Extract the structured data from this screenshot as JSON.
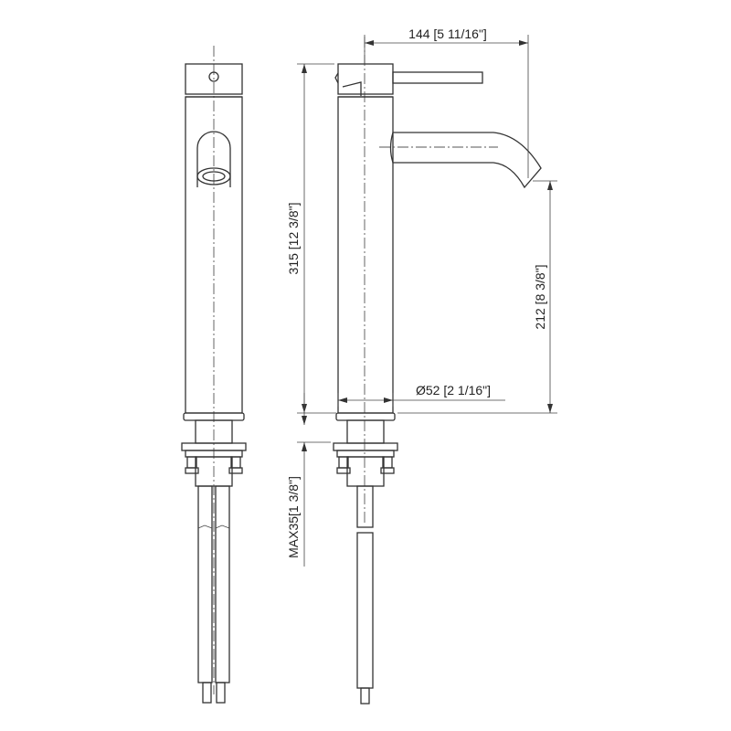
{
  "dimensions": {
    "spout_reach": "144 [5 11/16\"]",
    "total_height": "315 [12 3/8\"]",
    "spout_height": "212 [8 3/8\"]",
    "body_diameter": "Ø52 [2 1/16\"]",
    "max_deck_thickness": "MAX35[1 3/8\"]"
  }
}
